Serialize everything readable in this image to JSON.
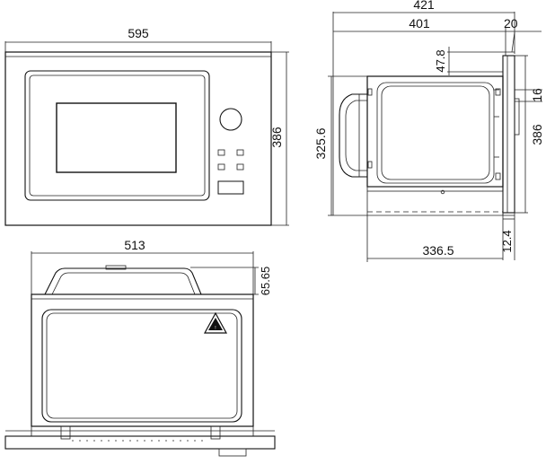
{
  "dimensions": {
    "front_width": "595",
    "front_height": "386",
    "side_total_depth": "421",
    "side_body_depth": "401",
    "side_frame_depth": "20",
    "side_top_offset": "47.8",
    "side_frame_thickness": "16",
    "side_height": "386",
    "side_inner_height": "325.6",
    "side_bottom_offset": "12.4",
    "side_body_length": "336.5",
    "top_width": "513",
    "top_offset": "65.65"
  },
  "views": [
    "front-view",
    "side-view",
    "top-view"
  ],
  "icons": [
    "control-knob-icon",
    "hot-surface-warning-icon"
  ]
}
